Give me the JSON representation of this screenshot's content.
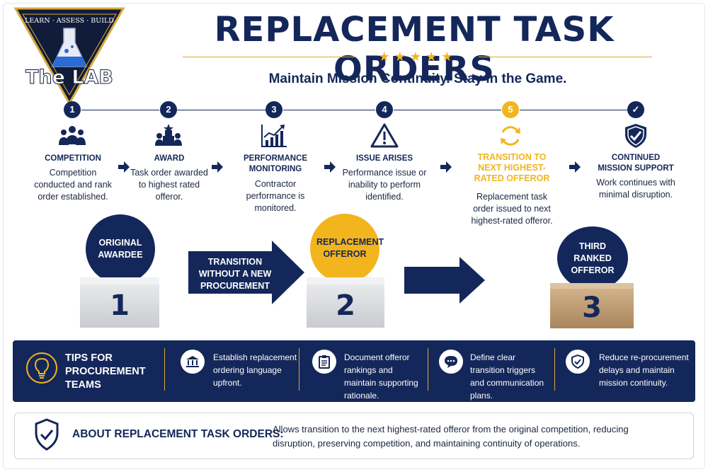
{
  "logo": {
    "tagline": "LEARN · ASSESS · BUILD",
    "wordmark": "The LAB"
  },
  "header": {
    "title": "REPLACEMENT TASK ORDERS",
    "stars": "★★★★★",
    "subtitle": "Maintain Mission Continuity.  Stay in the Game."
  },
  "steps": [
    {
      "num": "1",
      "icon": "people-icon",
      "title": "COMPETITION",
      "desc": "Competition conducted and rank order established."
    },
    {
      "num": "2",
      "icon": "award-icon",
      "title": "AWARD",
      "desc": "Task order awarded to highest rated offeror."
    },
    {
      "num": "3",
      "icon": "chart-icon",
      "title": "PERFORMANCE MONITORING",
      "desc": "Contractor performance is monitored."
    },
    {
      "num": "4",
      "icon": "warning-icon",
      "title": "ISSUE ARISES",
      "desc": "Performance issue or inability to perform identified."
    },
    {
      "num": "5",
      "icon": "refresh-icon",
      "title": "TRANSITION TO NEXT HIGHEST-RATED OFFEROR",
      "desc": "Replacement task order issued to next highest-rated offeror."
    },
    {
      "num": "✓",
      "icon": "shield-check-icon",
      "title": "CONTINUED MISSION SUPPORT",
      "desc": "Work continues with minimal disruption."
    }
  ],
  "podium": {
    "first": {
      "label": "ORIGINAL AWARDEE",
      "rank": "1"
    },
    "second": {
      "label": "REPLACEMENT OFFEROR",
      "rank": "2"
    },
    "third": {
      "label": "THIRD RANKED OFFEROR",
      "rank": "3"
    },
    "arrow_label": "TRANSITION WITHOUT A NEW PROCUREMENT"
  },
  "tips": {
    "title": "TIPS FOR PROCUREMENT TEAMS",
    "items": [
      {
        "icon": "building-icon",
        "text": "Establish replacement ordering language upfront."
      },
      {
        "icon": "clipboard-icon",
        "text": "Document offeror rankings and maintain supporting rationale."
      },
      {
        "icon": "chat-icon",
        "text": "Define clear transition triggers and communication plans."
      },
      {
        "icon": "shield-icon",
        "text": "Reduce re-procurement delays and maintain mission continuity."
      }
    ]
  },
  "about": {
    "title": "ABOUT REPLACEMENT TASK ORDERS:",
    "text": "Allows transition to the next highest-rated offeror from the original competition, reducing disruption, preserving competition, and maintaining continuity of operations."
  },
  "colors": {
    "navy": "#14275a",
    "gold": "#f2b51e",
    "tan": "#c19d72"
  }
}
